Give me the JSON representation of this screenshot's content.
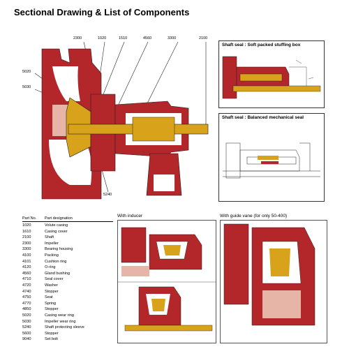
{
  "title": "Sectional Drawing & List of Components",
  "callouts": [
    "2300",
    "1020",
    "1510",
    "4560",
    "3300",
    "2100",
    "5020",
    "5030",
    "5240"
  ],
  "panels": {
    "soft_packed": "Shaft seal : Soft packed stuffing box",
    "mechanical": "Shaft seal : Balanced mechanical seal",
    "inducer": "With inducer",
    "guide_vane": "With guide vane (for only 50-400)"
  },
  "parts_table": {
    "header": {
      "part_no": "Part No.",
      "designation": "Part designation"
    },
    "rows": [
      {
        "no": "1020",
        "name": "Volute casing"
      },
      {
        "no": "1610",
        "name": "Casing cover"
      },
      {
        "no": "2100",
        "name": "Shaft"
      },
      {
        "no": "2300",
        "name": "Impeller"
      },
      {
        "no": "3300",
        "name": "Bearing housing"
      },
      {
        "no": "4100",
        "name": "Packing"
      },
      {
        "no": "4101",
        "name": "Cushion ring"
      },
      {
        "no": "4120",
        "name": "O-ring"
      },
      {
        "no": "4560",
        "name": "Gland bushing"
      },
      {
        "no": "4710",
        "name": "Seal cover"
      },
      {
        "no": "4720",
        "name": "Washer"
      },
      {
        "no": "4740",
        "name": "Stopper"
      },
      {
        "no": "4750",
        "name": "Seat"
      },
      {
        "no": "4770",
        "name": "Spring"
      },
      {
        "no": "4850",
        "name": "Stopper"
      },
      {
        "no": "5020",
        "name": "Casing wear ring"
      },
      {
        "no": "5030",
        "name": "Impeller wear ring"
      },
      {
        "no": "5240",
        "name": "Shaft protecting sleeve"
      },
      {
        "no": "5600",
        "name": "Stopper"
      },
      {
        "no": "9040",
        "name": "Set bolt"
      }
    ]
  },
  "colors": {
    "casting": "#b3262a",
    "shaft": "#d9a21b",
    "hatch": "#e7b4a8",
    "line": "#222222"
  }
}
